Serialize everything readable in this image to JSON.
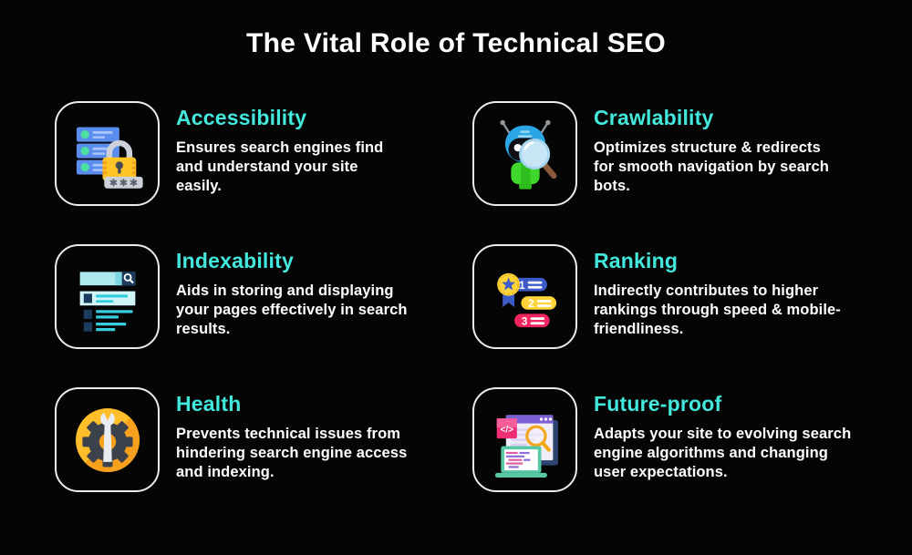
{
  "colors": {
    "background": "#050506",
    "accent": "#43e8dc",
    "text": "#ffffff",
    "card_border": "#ececec"
  },
  "title": "The Vital Role of Technical SEO",
  "cards": [
    {
      "heading": "Accessibility",
      "body": "Ensures search engines find\nand understand your site\neasily.",
      "icon": "server-lock-icon"
    },
    {
      "heading": "Crawlability",
      "body": "Optimizes structure & redirects\nfor smooth navigation by search\nbots.",
      "icon": "robot-magnifier-icon"
    },
    {
      "heading": "Indexability",
      "body": "Aids in storing and displaying\nyour pages effectively in search\nresults.",
      "icon": "search-results-icon"
    },
    {
      "heading": "Ranking",
      "body": "Indirectly contributes to higher\nrankings through speed & mobile-\nfriendliness.",
      "icon": "ranking-badges-icon"
    },
    {
      "heading": "Health",
      "body": "Prevents technical issues from\nhindering search engine access\nand indexing.",
      "icon": "gear-wrench-icon"
    },
    {
      "heading": "Future-proof",
      "body": "Adapts your site to evolving search\nengine algorithms and changing\nuser expectations.",
      "icon": "code-window-magnifier-icon"
    }
  ]
}
